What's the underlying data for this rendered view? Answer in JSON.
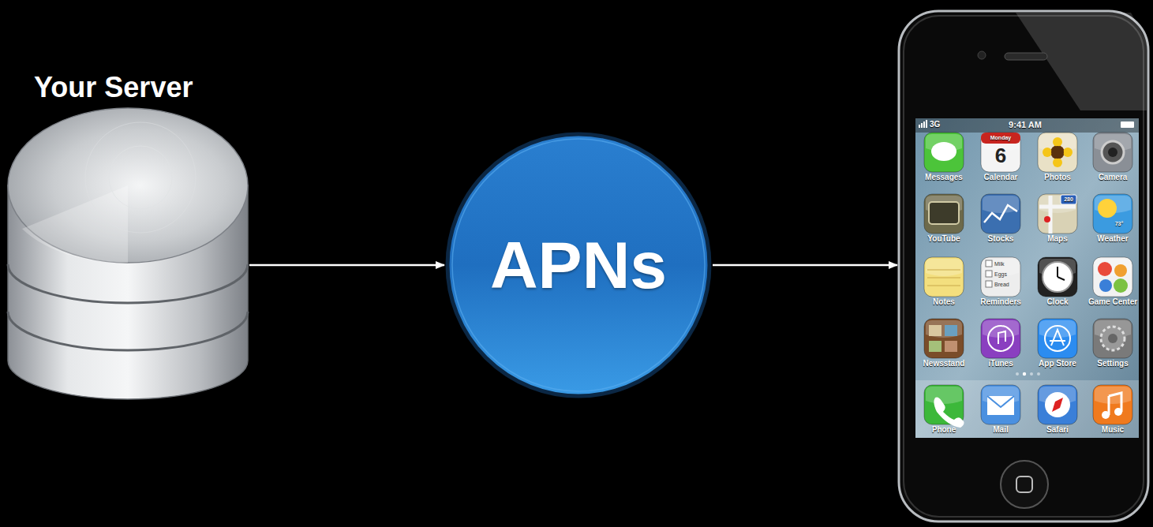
{
  "diagram": {
    "nodes": [
      {
        "text": [
          "Your Server"
        ]
      },
      {
        "text": [
          "APNs"
        ]
      },
      {
        "text": [
          "3G",
          "9:41 AM",
          "Monday",
          "6",
          "Messages",
          "Calendar",
          "Photos",
          "Camera",
          "280",
          "73°",
          "YouTube",
          "Stocks",
          "Maps",
          "Weather",
          "Milk",
          "Eggs",
          "Bread",
          "Notes",
          "Reminders",
          "Clock",
          "Game Center",
          "Newsstand",
          "iTunes",
          "App Store",
          "Settings",
          "Phone",
          "Mail",
          "Safari",
          "Music"
        ]
      }
    ],
    "edges": [
      {
        "from": 0,
        "to": 1,
        "arrow": "to"
      },
      {
        "from": 1,
        "to": 2,
        "arrow": "to"
      }
    ]
  }
}
